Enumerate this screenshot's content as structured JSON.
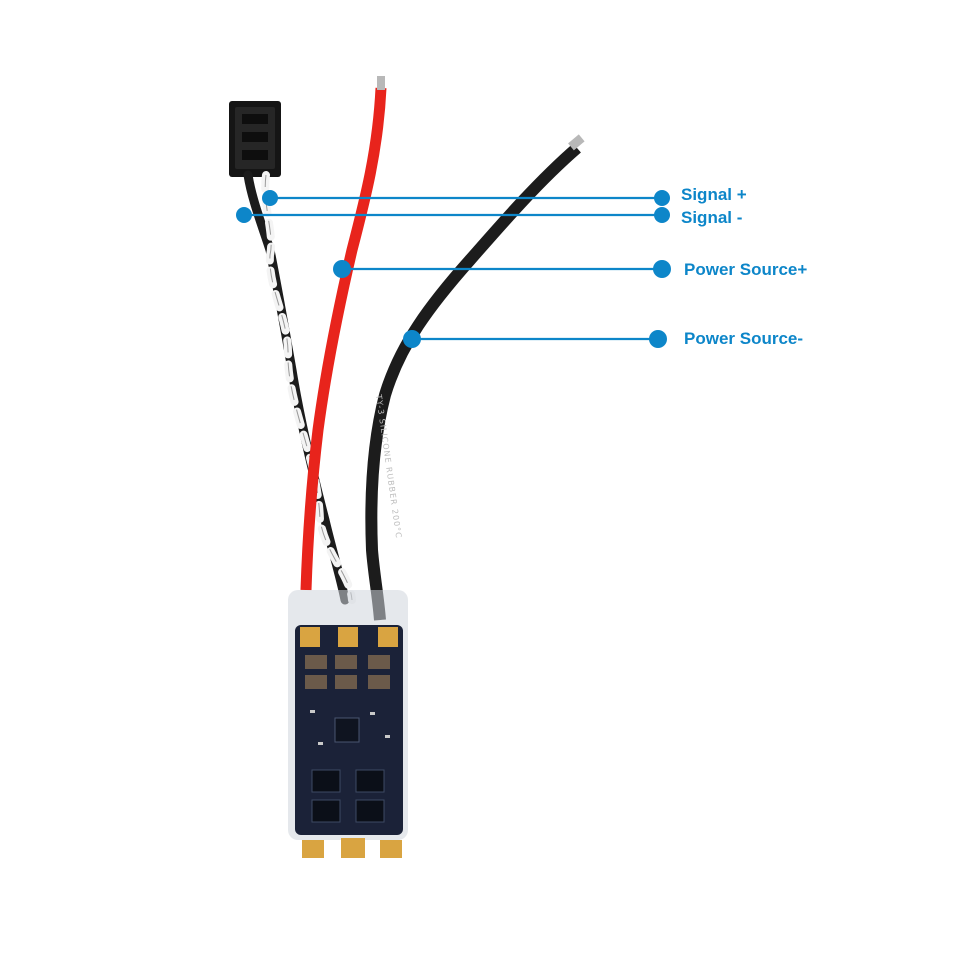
{
  "colors": {
    "callout": "#0d86c9",
    "wire_red": "#e8241c",
    "wire_black": "#1c1c1c",
    "wire_white": "#f4f4f4",
    "pcb": "#1b2238",
    "pad": "#d9a441",
    "heatshrink": "#cfd6dc"
  },
  "callouts": [
    {
      "id": "signal-plus",
      "label": "Signal +"
    },
    {
      "id": "signal-minus",
      "label": "Signal -"
    },
    {
      "id": "power-plus",
      "label": "Power Source+"
    },
    {
      "id": "power-minus",
      "label": "Power Source-"
    }
  ],
  "cable_print": "TY-3  SILICONE  RUBBER  200°C"
}
